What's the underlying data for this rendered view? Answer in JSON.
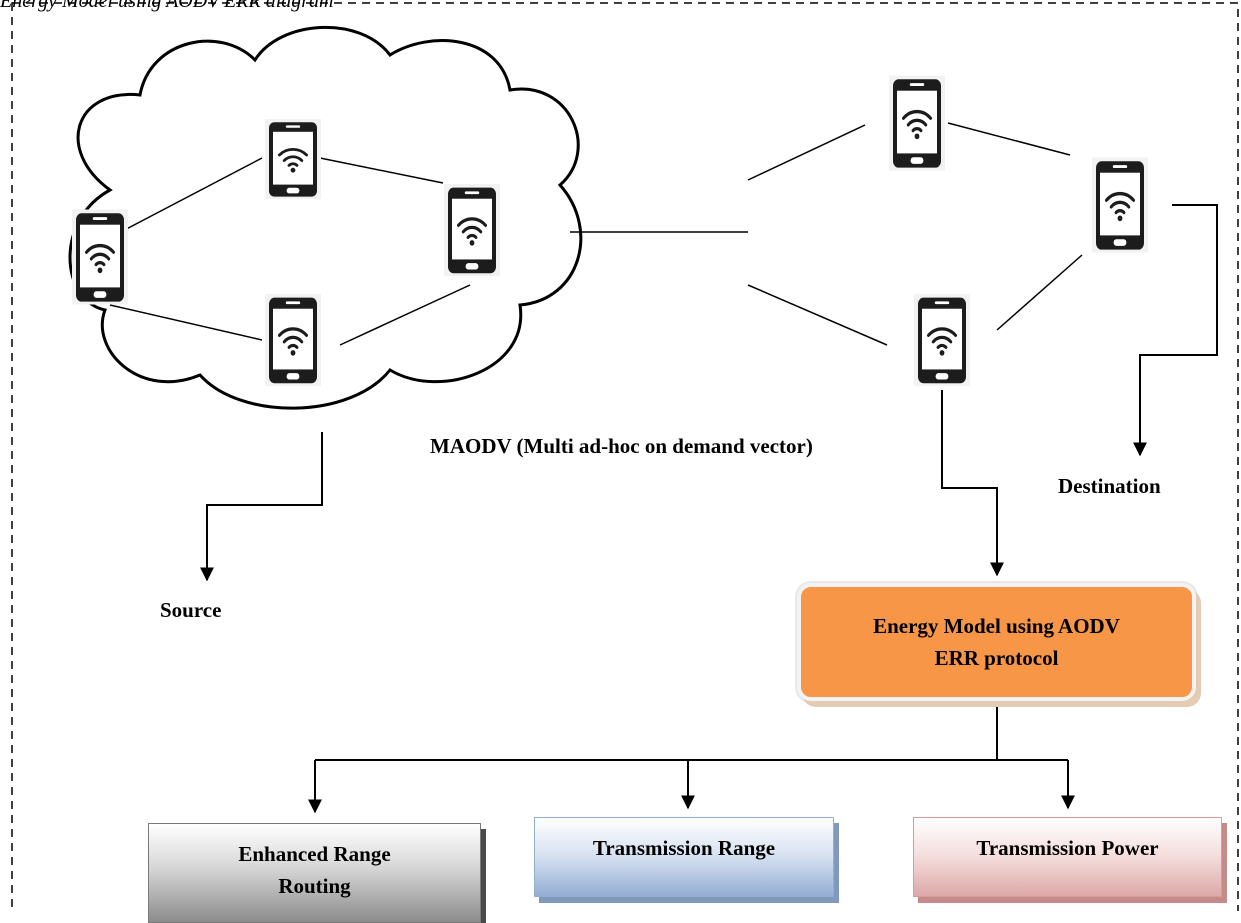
{
  "caption": "Energy Model using AODV ERR diagram",
  "labels": {
    "maodv": "MAODV (Multi ad-hoc on demand vector)",
    "source": "Source",
    "destination": "Destination"
  },
  "boxes": {
    "energy_model_line1": "Energy Model using AODV",
    "energy_model_line2": "ERR protocol",
    "enhanced_range_line1": "Enhanced Range",
    "enhanced_range_line2": "Routing",
    "transmission_range": "Transmission Range",
    "transmission_power": "Transmission Power"
  },
  "icons": {
    "node": "smartphone-wifi-icon",
    "network": "cloud-icon"
  },
  "colors": {
    "energy_box": "#f79646",
    "enhanced_box": "#8c8c8c",
    "range_box": "#93aed3",
    "power_box": "#dea8a8"
  }
}
